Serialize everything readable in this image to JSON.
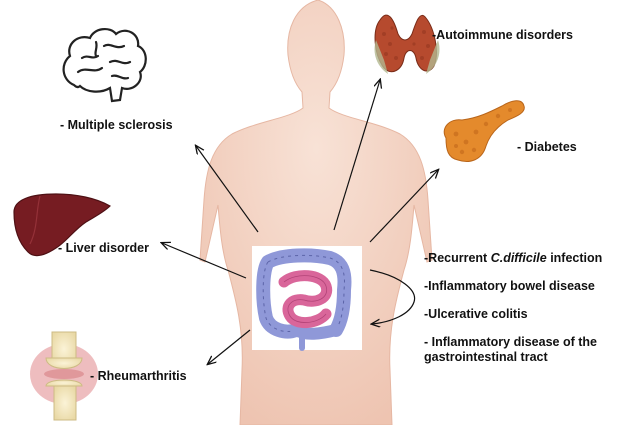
{
  "labels": {
    "multiple_sclerosis": "- Multiple sclerosis",
    "autoimmune": "-Autoimmune disorders",
    "diabetes": "- Diabetes",
    "liver": "- Liver disorder",
    "rheumarthritis": "- Rheumarthritis"
  },
  "gi_conditions": {
    "cdiff_prefix": "-Recurrent ",
    "cdiff_italic": "C.difficile",
    "cdiff_suffix": " infection",
    "ibd": "-Inflammatory bowel disease",
    "uc": "-Ulcerative colitis",
    "inflam_gi_line1": "- Inflammatory disease of the",
    "inflam_gi_line2": "gastrointestinal tract"
  },
  "colors": {
    "skin": "#f2d3c4",
    "skin_edge": "#e8b9a6",
    "liver": "#7a1f24",
    "pancreas": "#e2892a",
    "thyroid": "#b7462c",
    "colon": "#8f98d8",
    "small_intestine": "#d9669a",
    "arrow": "#111111"
  }
}
